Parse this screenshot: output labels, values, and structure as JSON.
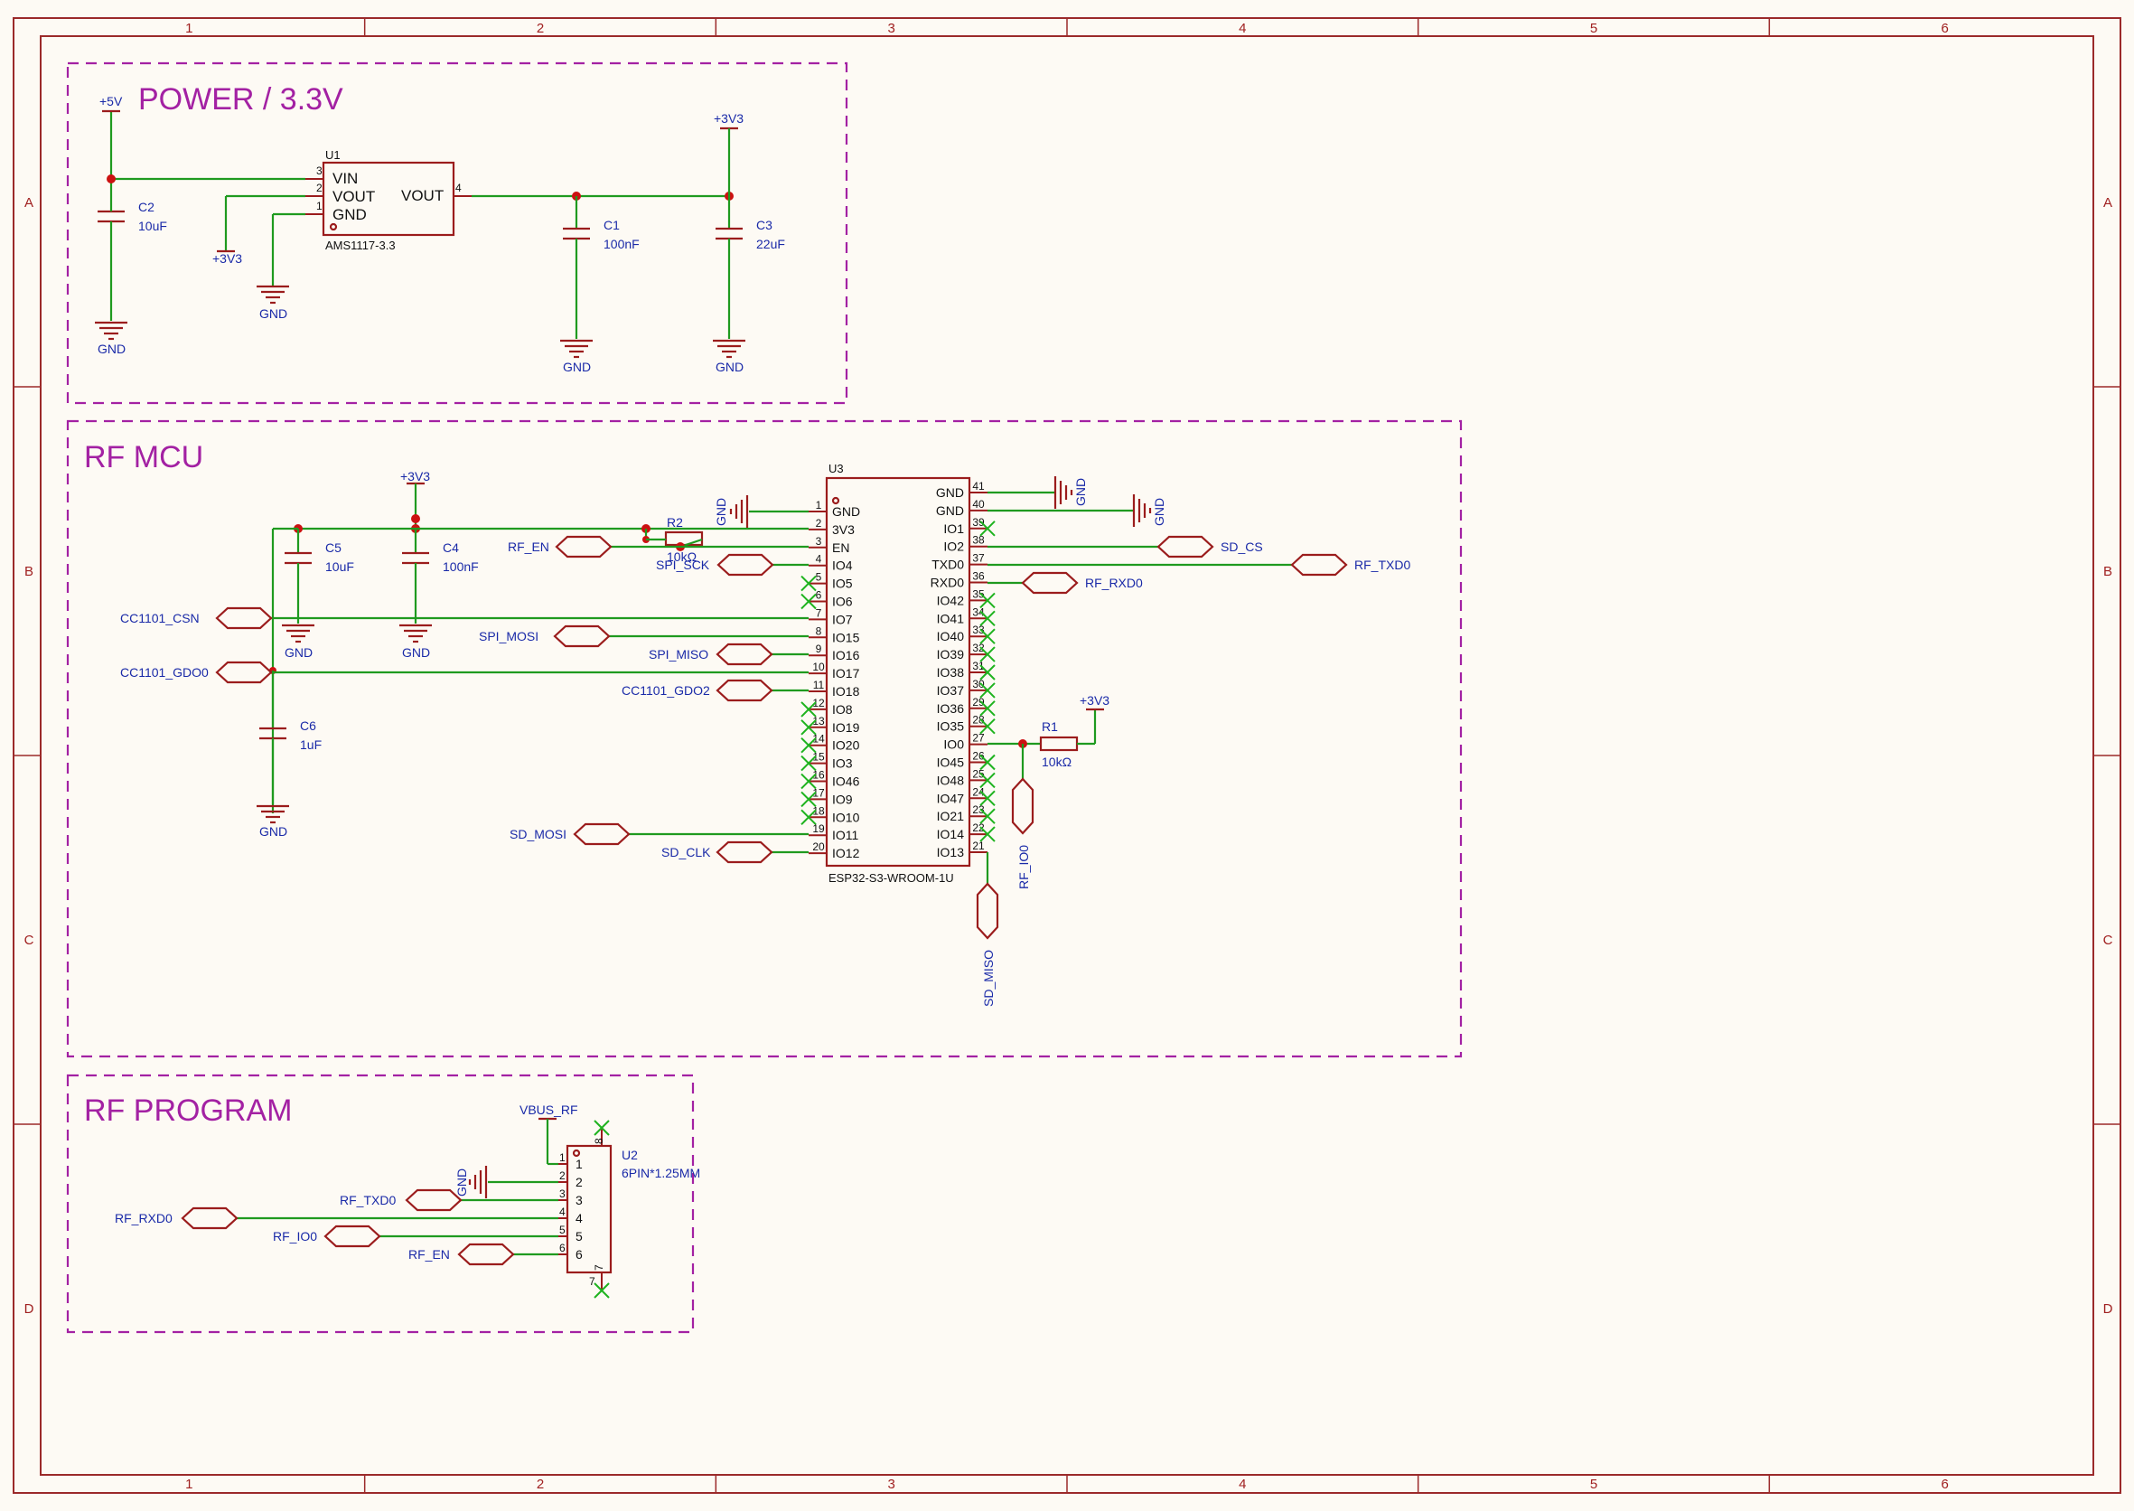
{
  "frame": {
    "columns": [
      "1",
      "2",
      "3",
      "4",
      "5",
      "6"
    ],
    "rows": [
      "A",
      "B",
      "C",
      "D"
    ]
  },
  "sections": {
    "power": "POWER / 3.3V",
    "rf_mcu": "RF MCU",
    "rf_program": "RF PROGRAM"
  },
  "power": {
    "plus5v": "+5V",
    "plus3v3_left": "+3V3",
    "plus3v3_right": "+3V3",
    "gnd": "GND",
    "u1": {
      "ref": "U1",
      "value": "AMS1117-3.3",
      "pin_vin": "VIN",
      "pin_vout": "VOUT",
      "pin_gnd": "GND",
      "pin_vout_r": "VOUT",
      "num_3": "3",
      "num_2": "2",
      "num_1": "1",
      "num_4": "4"
    },
    "c2": {
      "ref": "C2",
      "value": "10uF"
    },
    "c1": {
      "ref": "C1",
      "value": "100nF"
    },
    "c3": {
      "ref": "C3",
      "value": "22uF"
    }
  },
  "mcu": {
    "plus3v3": "+3V3",
    "plus3v3_r1": "+3V3",
    "gnd": "GND",
    "c5": {
      "ref": "C5",
      "value": "10uF"
    },
    "c4": {
      "ref": "C4",
      "value": "100nF"
    },
    "c6": {
      "ref": "C6",
      "value": "1uF"
    },
    "r2": {
      "ref": "R2",
      "value": "10kΩ"
    },
    "r1": {
      "ref": "R1",
      "value": "10kΩ"
    },
    "u3": {
      "ref": "U3",
      "value": "ESP32-S3-WROOM-1U",
      "left_pins": [
        {
          "num": "1",
          "name": "GND"
        },
        {
          "num": "2",
          "name": "3V3"
        },
        {
          "num": "3",
          "name": "EN"
        },
        {
          "num": "4",
          "name": "IO4"
        },
        {
          "num": "5",
          "name": "IO5"
        },
        {
          "num": "6",
          "name": "IO6"
        },
        {
          "num": "7",
          "name": "IO7"
        },
        {
          "num": "8",
          "name": "IO15"
        },
        {
          "num": "9",
          "name": "IO16"
        },
        {
          "num": "10",
          "name": "IO17"
        },
        {
          "num": "11",
          "name": "IO18"
        },
        {
          "num": "12",
          "name": "IO8"
        },
        {
          "num": "13",
          "name": "IO19"
        },
        {
          "num": "14",
          "name": "IO20"
        },
        {
          "num": "15",
          "name": "IO3"
        },
        {
          "num": "16",
          "name": "IO46"
        },
        {
          "num": "17",
          "name": "IO9"
        },
        {
          "num": "18",
          "name": "IO10"
        },
        {
          "num": "19",
          "name": "IO11"
        },
        {
          "num": "20",
          "name": "IO12"
        }
      ],
      "right_pins": [
        {
          "num": "41",
          "name": "GND"
        },
        {
          "num": "40",
          "name": "GND"
        },
        {
          "num": "39",
          "name": "IO1"
        },
        {
          "num": "38",
          "name": "IO2"
        },
        {
          "num": "37",
          "name": "TXD0"
        },
        {
          "num": "36",
          "name": "RXD0"
        },
        {
          "num": "35",
          "name": "IO42"
        },
        {
          "num": "34",
          "name": "IO41"
        },
        {
          "num": "33",
          "name": "IO40"
        },
        {
          "num": "32",
          "name": "IO39"
        },
        {
          "num": "31",
          "name": "IO38"
        },
        {
          "num": "30",
          "name": "IO37"
        },
        {
          "num": "29",
          "name": "IO36"
        },
        {
          "num": "28",
          "name": "IO35"
        },
        {
          "num": "27",
          "name": "IO0"
        },
        {
          "num": "26",
          "name": "IO45"
        },
        {
          "num": "25",
          "name": "IO48"
        },
        {
          "num": "24",
          "name": "IO47"
        },
        {
          "num": "23",
          "name": "IO21"
        },
        {
          "num": "22",
          "name": "IO14"
        },
        {
          "num": "21",
          "name": "IO13"
        }
      ]
    },
    "nets": {
      "rf_en": "RF_EN",
      "spi_sck": "SPI_SCK",
      "cc1101_csn": "CC1101_CSN",
      "spi_mosi": "SPI_MOSI",
      "spi_miso": "SPI_MISO",
      "cc1101_gdo0": "CC1101_GDO0",
      "cc1101_gdo2": "CC1101_GDO2",
      "sd_mosi": "SD_MOSI",
      "sd_clk": "SD_CLK",
      "sd_cs": "SD_CS",
      "rf_txd0": "RF_TXD0",
      "rf_rxd0": "RF_RXD0",
      "rf_io0": "RF_IO0",
      "sd_miso": "SD_MISO"
    }
  },
  "program": {
    "vbus": "VBUS_RF",
    "gnd": "GND",
    "u2": {
      "ref": "U2",
      "value": "6PIN*1.25MM"
    },
    "pins": [
      "1",
      "2",
      "3",
      "4",
      "5",
      "6"
    ],
    "pin_7": "7",
    "pin_8": "8",
    "nets": {
      "rf_txd0": "RF_TXD0",
      "rf_rxd0": "RF_RXD0",
      "rf_io0": "RF_IO0",
      "rf_en": "RF_EN"
    }
  }
}
